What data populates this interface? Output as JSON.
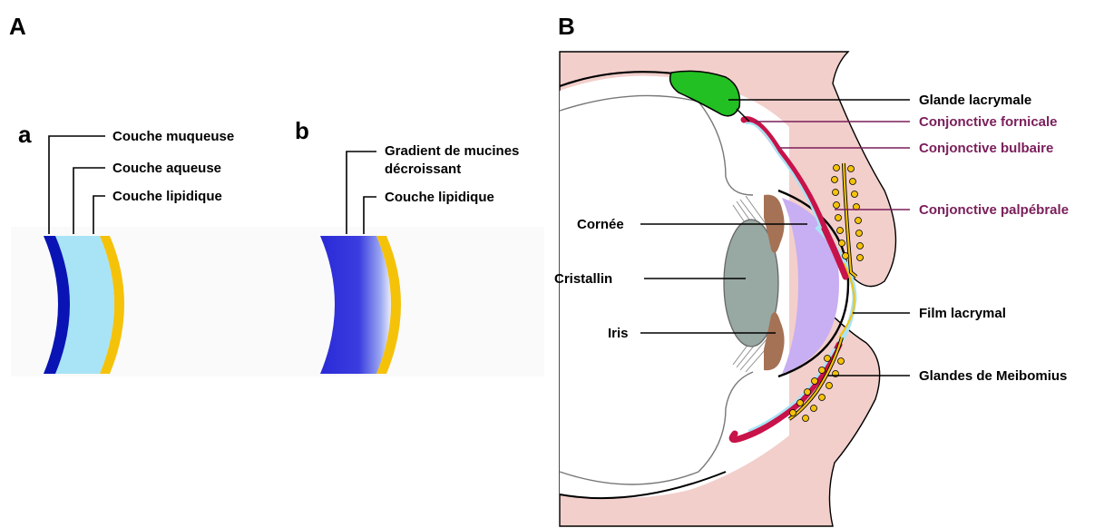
{
  "panels": {
    "a_letter": "A",
    "b_letter": "B"
  },
  "panel_a": {
    "sub_a": "a",
    "sub_b": "b",
    "a_labels": [
      "Couche muqueuse",
      "Couche aqueuse",
      "Couche lipidique"
    ],
    "b_labels": [
      "Gradient de mucines",
      "décroissant",
      "Couche lipidique"
    ]
  },
  "panel_b": {
    "right_labels": {
      "glande_lacrymale": "Glande lacrymale",
      "conj_fornicale": "Conjonctive fornicale",
      "conj_bulbaire": "Conjonctive bulbaire",
      "conj_palpebrale": "Conjonctive palpébrale",
      "film_lacrymal": "Film lacrymal",
      "meibomius": "Glandes de Meibomius"
    },
    "left_labels": {
      "cornee": "Cornée",
      "cristallin": "Cristallin",
      "iris": "Iris"
    }
  },
  "colors": {
    "mucus": "#0a14b4",
    "aqueous": "#a8e4f5",
    "lipid": "#f5c20a",
    "eyelid": "#f2cfcb",
    "gland_green": "#22c022",
    "conjunctiva": "#c8124a",
    "lens": "#98a8a2",
    "iris": "#a57256",
    "aqueous_humor": "#c8aef2",
    "purple_label": "#7a1e5a"
  }
}
